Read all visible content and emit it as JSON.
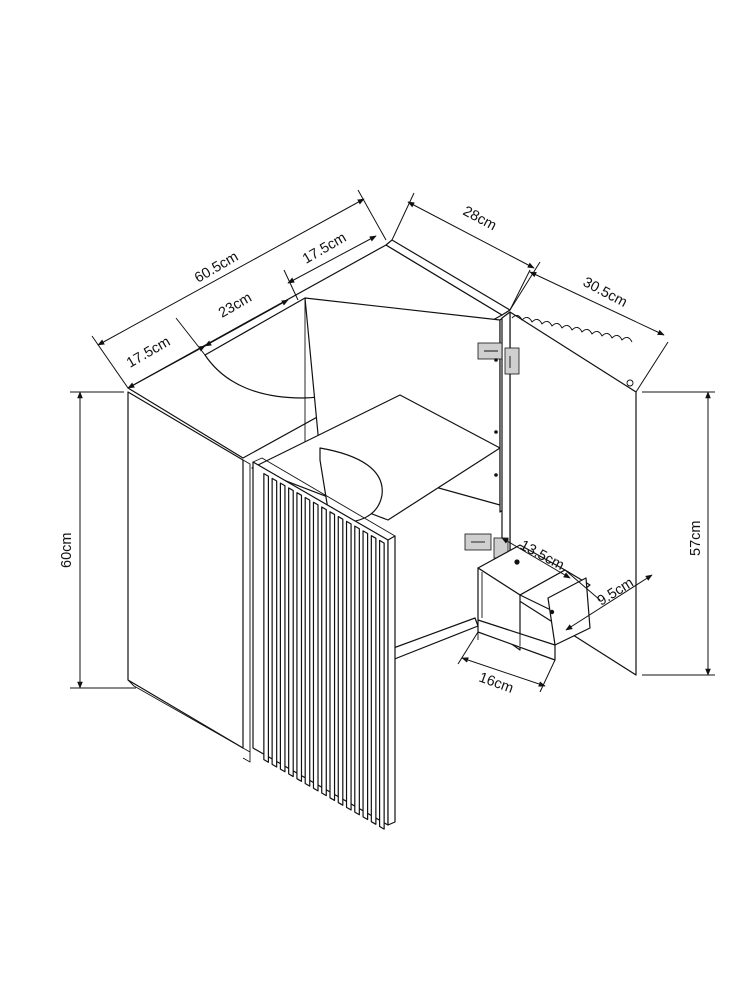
{
  "dimensions": {
    "overall_width": "60.5cm",
    "cutout_left_margin": "17.5cm",
    "cutout_width": "23cm",
    "cutout_right_margin": "17.5cm",
    "top_depth": "28cm",
    "side_depth": "30.5cm",
    "overall_height": "60cm",
    "inner_height": "57cm",
    "drawer_depth": "13.5cm",
    "drawer_height": "9.5cm",
    "drawer_width": "16cm"
  }
}
